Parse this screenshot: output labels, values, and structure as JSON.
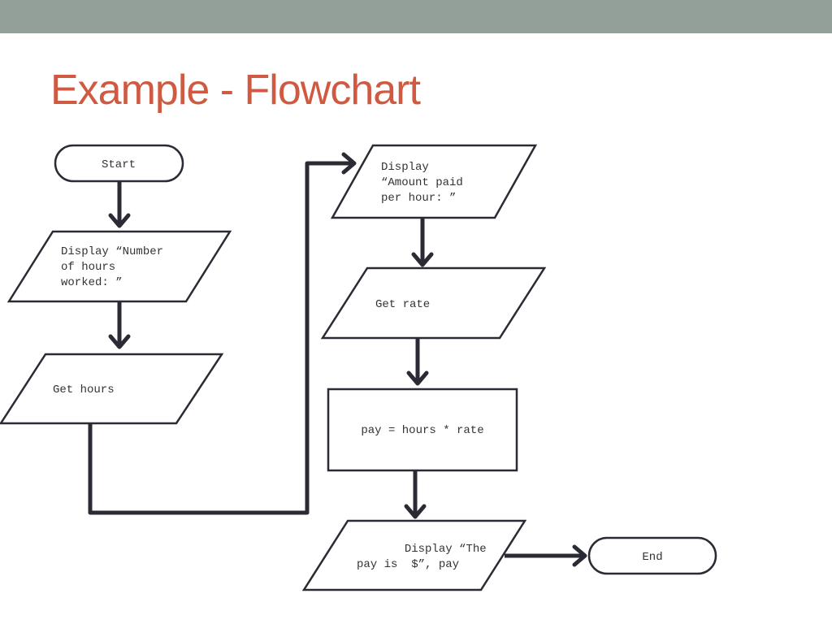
{
  "slide": {
    "title": "Example - Flowchart",
    "title_color": "#d05a41",
    "header_bar_color": "#939f99"
  },
  "flowchart": {
    "line_color": "#2b2b35",
    "nodes": {
      "start": {
        "shape": "terminator",
        "lines": [
          "Start"
        ]
      },
      "display_hours_prompt": {
        "shape": "parallelogram",
        "lines": [
          "Display “Number",
          "of hours",
          "worked: ”"
        ]
      },
      "get_hours": {
        "shape": "parallelogram",
        "lines": [
          "Get hours"
        ]
      },
      "display_rate_prompt": {
        "shape": "parallelogram",
        "lines": [
          "Display",
          "“Amount paid",
          "per hour: ”"
        ]
      },
      "get_rate": {
        "shape": "parallelogram",
        "lines": [
          "Get rate"
        ]
      },
      "compute_pay": {
        "shape": "process",
        "lines": [
          "pay = hours * rate"
        ]
      },
      "display_pay": {
        "shape": "parallelogram",
        "lines": [
          "Display “The",
          "pay is  $”, pay"
        ]
      },
      "end": {
        "shape": "terminator",
        "lines": [
          "End"
        ]
      }
    },
    "edges": [
      [
        "start",
        "display_hours_prompt"
      ],
      [
        "display_hours_prompt",
        "get_hours"
      ],
      [
        "get_hours",
        "display_rate_prompt"
      ],
      [
        "display_rate_prompt",
        "get_rate"
      ],
      [
        "get_rate",
        "compute_pay"
      ],
      [
        "compute_pay",
        "display_pay"
      ],
      [
        "display_pay",
        "end"
      ]
    ]
  }
}
